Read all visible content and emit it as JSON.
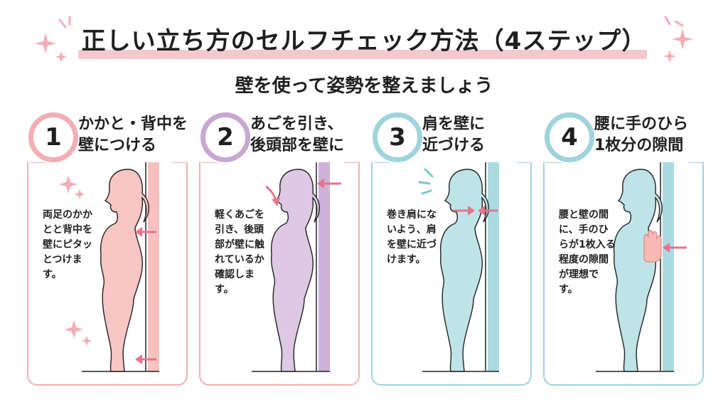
{
  "title": "正しい立ち方のセルフチェック方法（4ステップ）",
  "subtitle": "壁を使って姿勢を整えましょう",
  "colors": {
    "pink": "#f2aeb4",
    "pink_figure": "#f8c6c3",
    "purple": "#c7a8d2",
    "purple_figure": "#ddc9e3",
    "blue": "#9fd4dc",
    "blue_figure": "#bfe4e8",
    "arrow": "#e8738a"
  },
  "steps": [
    {
      "number": "1",
      "title_line1": "かかと・背中を",
      "title_line2": "壁につける",
      "description": "両足のかかとと背中を壁にピタッとつけます。"
    },
    {
      "number": "2",
      "title_line1": "あごを引き、",
      "title_line2": "後頭部を壁に",
      "description": "軽くあごを引き、後頭部が壁に触れているか確認します。"
    },
    {
      "number": "3",
      "title_line1": "肩を壁に",
      "title_line2": "近づける",
      "description": "巻き肩にないよう、肩を壁に近づけます。"
    },
    {
      "number": "4",
      "title_line1": "腰に手のひら",
      "title_line2": "1枚分の隙間",
      "description": "腰と壁の間に、手のひらが1枚入る程度の隙間が理想です。"
    }
  ]
}
